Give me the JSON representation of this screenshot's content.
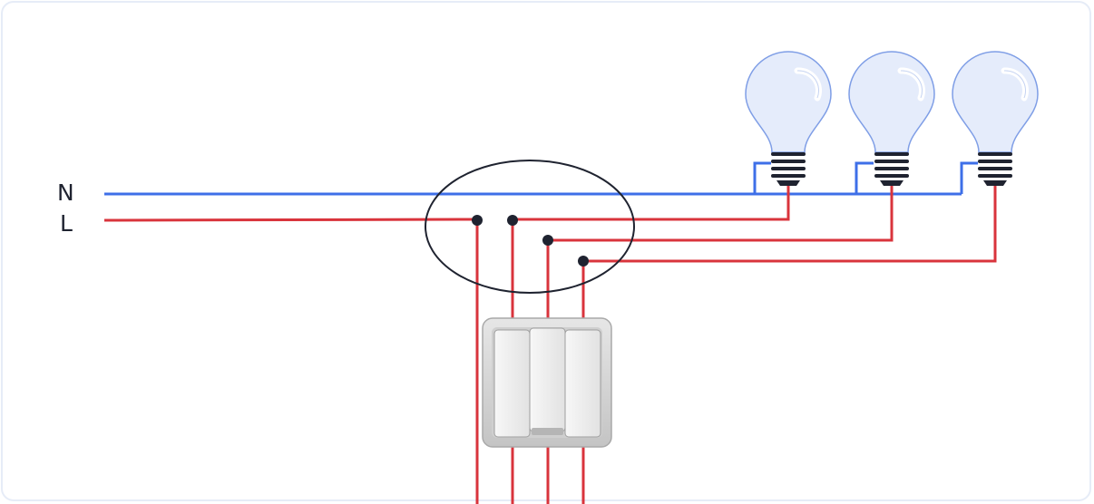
{
  "labels": {
    "neutral": "N",
    "live": "L"
  },
  "colors": {
    "neutral_wire": "#3e6fe8",
    "live_wire": "#d9343c",
    "junction_dot": "#1f2330",
    "bulb_glass": "#e5ecfb",
    "bulb_outline": "#7f9ee6",
    "bulb_base": "#1f2330",
    "switch_plate": "#d4d4d4",
    "frame_border": "#e6ecf7"
  },
  "components": {
    "bulbs": 3,
    "switch_gangs": 3
  }
}
